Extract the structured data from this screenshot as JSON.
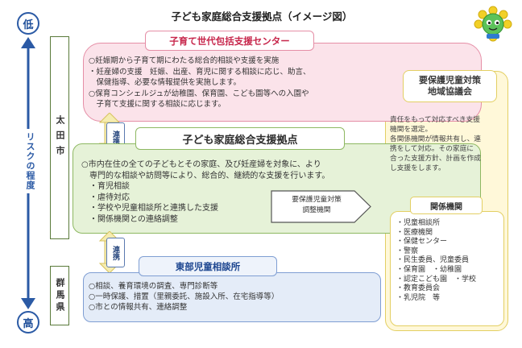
{
  "title": "子ども家庭総合支援拠点（イメージ図）",
  "risk_axis": {
    "low": "低",
    "high": "高",
    "label": "リスクの程度"
  },
  "jurisdictions": {
    "ota": "太田市",
    "gunma": "群馬県"
  },
  "connector_tag": "連携",
  "pink": {
    "title": "子育て世代包括支援センター",
    "lines": [
      "○妊娠期から子育て期にわたる総合的相談や支援を実施",
      "・妊産婦の支援　妊娠、出産、育児に関する相談に応じ、助言、",
      "　保健指導、必要な情報提供を実施します。",
      "○保育コンシェルジュが幼稚園、保育園、こども園等への入園や",
      "　子育て支援に関する相談に応じます。"
    ]
  },
  "green": {
    "title": "子ども家庭総合支援拠点",
    "lines": [
      "○市内在住の全ての子どもとその家庭、及び妊産婦を対象に、より",
      "　専門的な相談や訪問等により、総合的、継続的な支援を行います。",
      "　・育児相談",
      "　・虐待対応",
      "　・学校や児童相談所と連携した支援",
      "　・関係機関との連絡調整"
    ],
    "pentagon_lines": [
      "要保護児童対策",
      "調整機関"
    ]
  },
  "blue": {
    "title": "東部児童相談所",
    "lines": [
      "○相談、養育環境の調査、専門診断等",
      "○一時保護、措置（里親委託、施設入所、在宅指導等）",
      "○市との情報共有、連絡調整"
    ]
  },
  "yellow": {
    "title_lines": [
      "要保護児童対策",
      "地域協議会"
    ],
    "desc_lines": [
      "責任をもって対応すべき支援",
      "機関を選定。",
      "各関係機関が情報共有し、連",
      "携をして対応。その家庭に",
      "合った支援方針、計画を作成",
      "し支援をします。"
    ],
    "kankei_title": "関係機関",
    "kankei_items": [
      "・児童相談所",
      "・医療機関",
      "・保健センター",
      "・警察",
      "・民生委員、児童委員",
      "・保育園　・幼稚園",
      "・認定こども園　・学校",
      "・教育委員会",
      "・乳児院　等"
    ]
  },
  "colors": {
    "pink": "#e58ea6",
    "green": "#8eb862",
    "blue": "#7f9ed3",
    "yellow": "#e3cf63",
    "axis": "#2b5aa5"
  }
}
